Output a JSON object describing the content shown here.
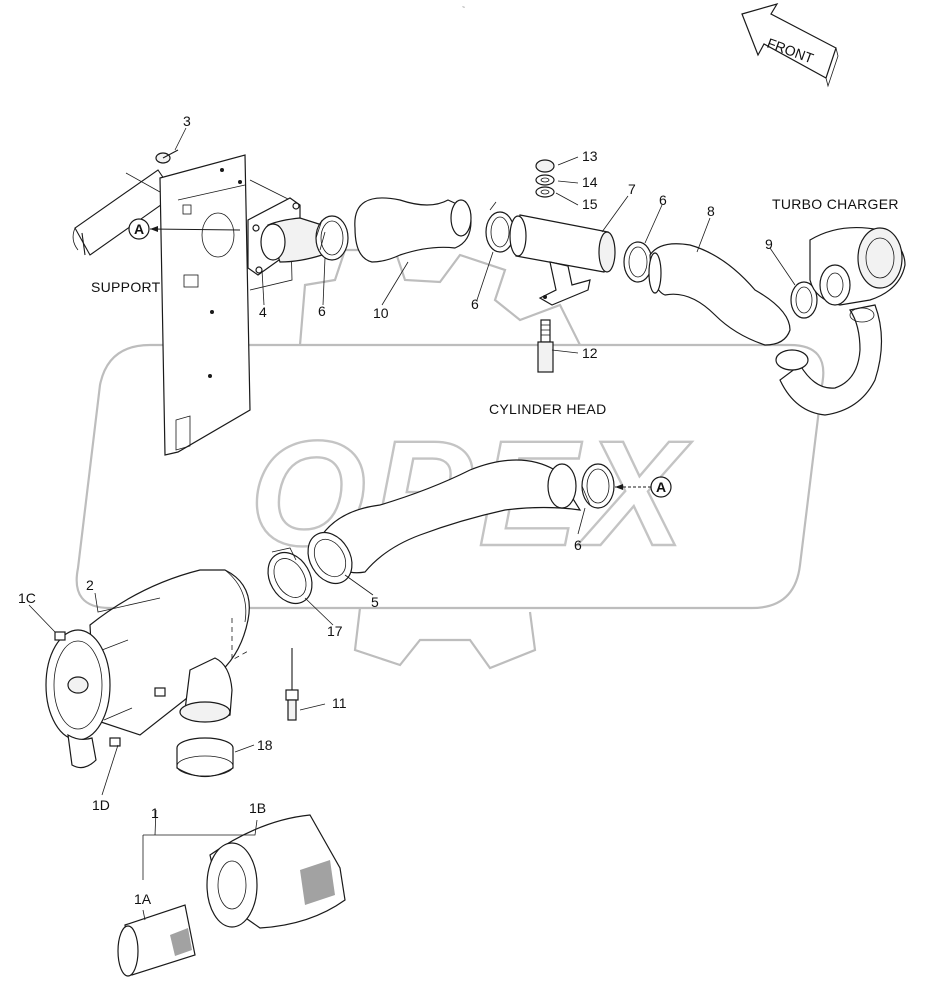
{
  "diagram": {
    "watermark": "OPEX",
    "front_arrow": "FRONT",
    "annotations": {
      "turbo_charger": "TURBO CHARGER",
      "support": "SUPPORT",
      "cylinder_head": "CYLINDER HEAD"
    },
    "reference_marker": "A",
    "callouts": {
      "p1": "1",
      "p1A": "1A",
      "p1B": "1B",
      "p1C": "1C",
      "p1D": "1D",
      "p2": "2",
      "p3": "3",
      "p4": "4",
      "p5": "5",
      "p6a": "6",
      "p6b": "6",
      "p6c": "6",
      "p6d": "6",
      "p7": "7",
      "p8": "8",
      "p9": "9",
      "p10": "10",
      "p11": "11",
      "p12": "12",
      "p13": "13",
      "p14": "14",
      "p15": "15",
      "p17": "17",
      "p18": "18"
    }
  }
}
